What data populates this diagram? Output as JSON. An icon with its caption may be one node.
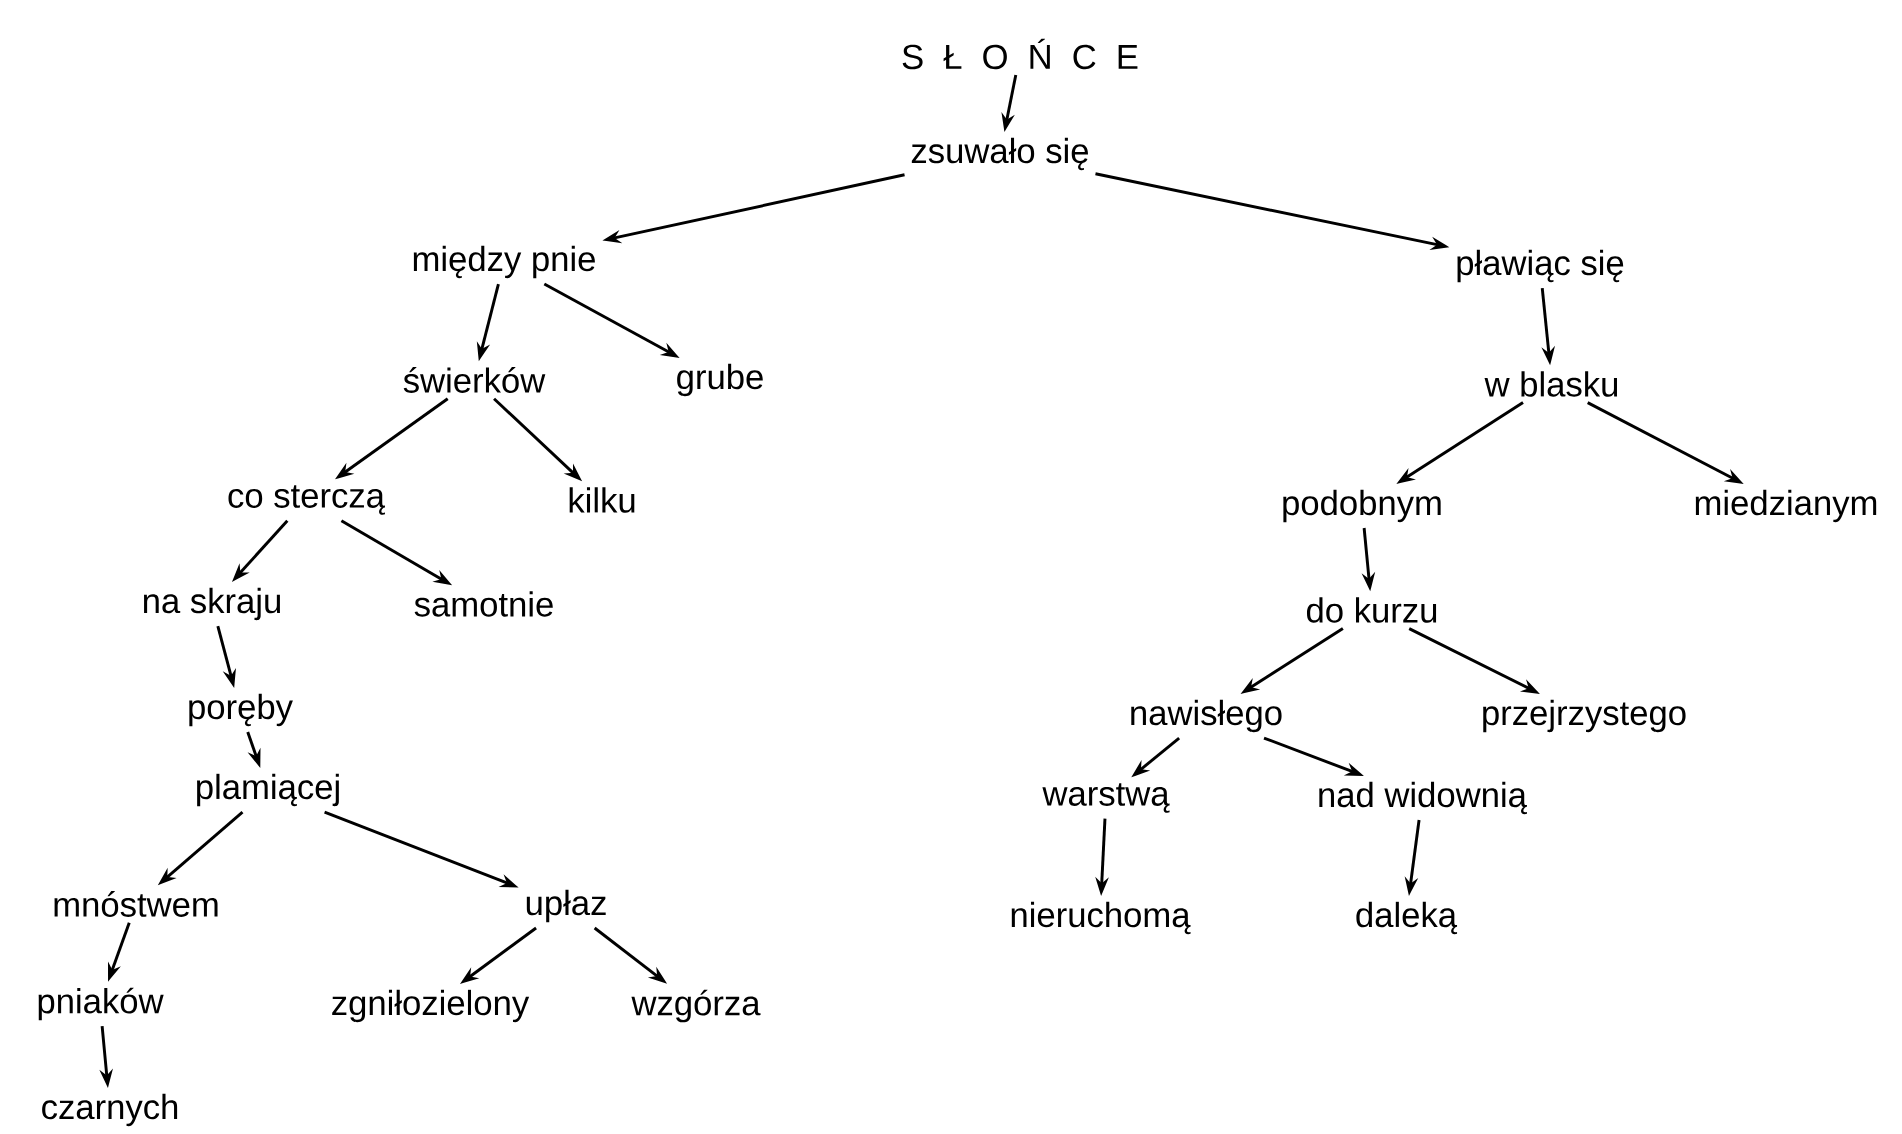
{
  "diagram": {
    "nodes": [
      {
        "text": [
          "S Ł O Ń C E"
        ]
      },
      {
        "text": [
          "zsuwało się"
        ]
      },
      {
        "text": [
          "między pnie"
        ]
      },
      {
        "text": [
          "pławiąc się"
        ]
      },
      {
        "text": [
          "świerków"
        ]
      },
      {
        "text": [
          "grube"
        ]
      },
      {
        "text": [
          "w blasku"
        ]
      },
      {
        "text": [
          "co sterczą"
        ]
      },
      {
        "text": [
          "kilku"
        ]
      },
      {
        "text": [
          "podobnym"
        ]
      },
      {
        "text": [
          "miedzianym"
        ]
      },
      {
        "text": [
          "na skraju"
        ]
      },
      {
        "text": [
          "samotnie"
        ]
      },
      {
        "text": [
          "do kurzu"
        ]
      },
      {
        "text": [
          "poręby"
        ]
      },
      {
        "text": [
          "nawisłego"
        ]
      },
      {
        "text": [
          "przejrzystego"
        ]
      },
      {
        "text": [
          "plamiącej"
        ]
      },
      {
        "text": [
          "warstwą"
        ]
      },
      {
        "text": [
          "nad widownią"
        ]
      },
      {
        "text": [
          "mnóstwem"
        ]
      },
      {
        "text": [
          "upłaz"
        ]
      },
      {
        "text": [
          "nieruchomą"
        ]
      },
      {
        "text": [
          "daleką"
        ]
      },
      {
        "text": [
          "pniaków"
        ]
      },
      {
        "text": [
          "zgniłozielony"
        ]
      },
      {
        "text": [
          "wzgórza"
        ]
      },
      {
        "text": [
          "czarnych"
        ]
      }
    ],
    "edges": [
      {
        "from": 0,
        "to": 1,
        "arrow": "to"
      },
      {
        "from": 1,
        "to": 2,
        "arrow": "to"
      },
      {
        "from": 1,
        "to": 3,
        "arrow": "to"
      },
      {
        "from": 2,
        "to": 4,
        "arrow": "to"
      },
      {
        "from": 2,
        "to": 5,
        "arrow": "to"
      },
      {
        "from": 3,
        "to": 6,
        "arrow": "to"
      },
      {
        "from": 4,
        "to": 7,
        "arrow": "to"
      },
      {
        "from": 4,
        "to": 8,
        "arrow": "to"
      },
      {
        "from": 6,
        "to": 9,
        "arrow": "to"
      },
      {
        "from": 6,
        "to": 10,
        "arrow": "to"
      },
      {
        "from": 7,
        "to": 11,
        "arrow": "to"
      },
      {
        "from": 7,
        "to": 12,
        "arrow": "to"
      },
      {
        "from": 9,
        "to": 13,
        "arrow": "to"
      },
      {
        "from": 11,
        "to": 14,
        "arrow": "to"
      },
      {
        "from": 13,
        "to": 15,
        "arrow": "to"
      },
      {
        "from": 13,
        "to": 16,
        "arrow": "to"
      },
      {
        "from": 14,
        "to": 17,
        "arrow": "to"
      },
      {
        "from": 15,
        "to": 18,
        "arrow": "to"
      },
      {
        "from": 15,
        "to": 19,
        "arrow": "to"
      },
      {
        "from": 17,
        "to": 20,
        "arrow": "to"
      },
      {
        "from": 17,
        "to": 21,
        "arrow": "to"
      },
      {
        "from": 18,
        "to": 22,
        "arrow": "to"
      },
      {
        "from": 19,
        "to": 23,
        "arrow": "to"
      },
      {
        "from": 20,
        "to": 24,
        "arrow": "to"
      },
      {
        "from": 21,
        "to": 25,
        "arrow": "to"
      },
      {
        "from": 21,
        "to": 26,
        "arrow": "to"
      },
      {
        "from": 24,
        "to": 27,
        "arrow": "to"
      }
    ]
  }
}
